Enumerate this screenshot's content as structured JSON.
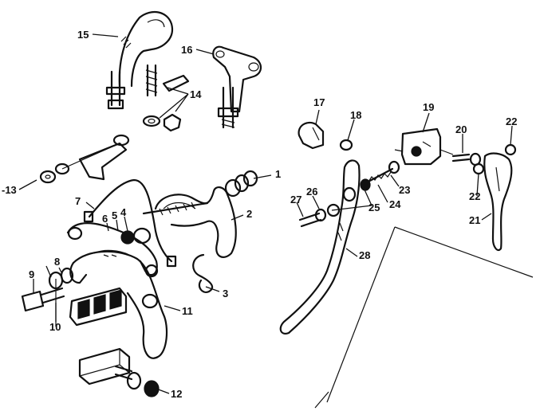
{
  "callouts": {
    "c1": "1",
    "c2": "2",
    "c3": "3",
    "c4": "4",
    "c5": "5",
    "c6": "6",
    "c7": "7",
    "c8": "8",
    "c9": "9",
    "c10": "10",
    "c11": "11",
    "c12": "12",
    "c13": "-13",
    "c14": "14",
    "c15": "15",
    "c16": "16",
    "c17": "17",
    "c18": "18",
    "c19": "19",
    "c20": "20",
    "c21": "21",
    "c22a": "22",
    "c22b": "22",
    "c23": "23",
    "c24": "24",
    "c25": "25",
    "c26": "26",
    "c27": "27",
    "c28": "28"
  },
  "colors": {
    "ink": "#111111",
    "paper": "#ffffff"
  }
}
